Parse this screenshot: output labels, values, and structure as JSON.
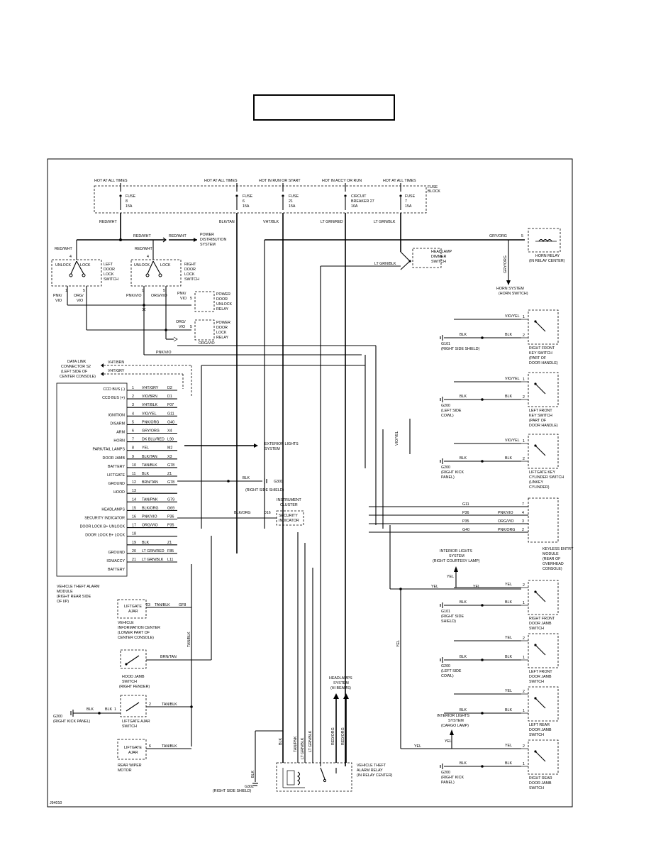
{
  "header": {
    "title_box_text": ""
  },
  "fuses": [
    {
      "hot": "HOT AT ALL TIMES",
      "label": "FUSE",
      "num": "8",
      "amp": "15A",
      "wire": "RED/WHT"
    },
    {
      "hot": "HOT AT ALL TIMES",
      "label": "FUSE",
      "num": "6",
      "amp": "15A",
      "wire": "BLK/TAN"
    },
    {
      "hot": "HOT IN RUN OR START",
      "label": "FUSE",
      "num": "21",
      "amp": "15A",
      "wire": "VHT/BLK"
    },
    {
      "hot": "HOT IN ACCY OR RUN",
      "label": "CIRCUIT",
      "num": "BREAKER 27",
      "amp": "10A",
      "wire": "LT GRN/RED"
    },
    {
      "hot": "HOT AT ALL TIMES",
      "label": "FUSE",
      "num": "7",
      "amp": "15A",
      "wire": "LT GRN/BLK"
    }
  ],
  "fuse_block": [
    "FUSE",
    "BLOCK"
  ],
  "top_left": {
    "red_wht_1": "RED/WHT",
    "red_wht_2": "RED/WHT",
    "red_wht_3": "RED/WHT",
    "red_wht_4": "RED/WHT",
    "power_dist": [
      "POWER",
      "DISTRIBUTION",
      "SYSTEM"
    ],
    "left_switch": {
      "unlock": "UNLOCK",
      "lock": "LOCK",
      "pin_top": "4",
      "pin1": "1",
      "pin5": "5",
      "name": [
        "LEFT",
        "DOOR",
        "LOCK",
        "SWITCH"
      ],
      "w1": [
        "PNK/",
        "VIO"
      ],
      "w2": [
        "ORG/",
        "VIO"
      ]
    },
    "right_switch": {
      "unlock": "UNLOCK",
      "lock": "LOCK",
      "pin_top": "4",
      "pin1": "1",
      "pin5": "5",
      "name": [
        "RIGHT",
        "DOOR",
        "LOCK",
        "SWITCH"
      ],
      "w1": "PNK/VIO",
      "w2": "ORG/VIO"
    },
    "unlock_relay": {
      "w": [
        "PNK/",
        "VIO"
      ],
      "pin": "5",
      "name": [
        "POWER",
        "DOOR",
        "UNLOCK",
        "RELAY"
      ]
    },
    "lock_relay": {
      "w": [
        "ORG/",
        "VIO"
      ],
      "pin": "5",
      "name": [
        "POWER",
        "DOOR",
        "LOCK",
        "RELAY"
      ]
    },
    "pnk_vio": "PNK/VIO",
    "org_vio": "ORG/VIO"
  },
  "horn": {
    "wire": "GRY/ORG",
    "pin": "5",
    "name": [
      "HORN RELAY",
      "(IN RELAY CENTER)"
    ],
    "vertical": "GRY/ORG",
    "system": [
      "HORN SYSTEM",
      "(HORN SWITCH)"
    ],
    "dimmer": [
      "HEADLAMP",
      "DIMMER",
      "SWITCH"
    ],
    "lt_grn_blk": "LT GRN/BLK"
  },
  "data_link": {
    "name": [
      "DATA LINK",
      "CONNECTOR S2",
      "(LEFT SIDE OF",
      "CENTER CONSOLE)"
    ],
    "w1": "VHT/BRN",
    "w2": "VHT/GRY"
  },
  "module": {
    "rows": [
      {
        "name": "CCD BUS (-)",
        "pin": "1",
        "wire": "VHT/GRY",
        "circuit": "D2"
      },
      {
        "name": "CCD BUS (+)",
        "pin": "2",
        "wire": "VIO/BRN",
        "circuit": "D1"
      },
      {
        "name": "",
        "pin": "3",
        "wire": "VHT/BLK",
        "circuit": "F07"
      },
      {
        "name": "IGNITION",
        "pin": "4",
        "wire": "VIO/YEL",
        "circuit": "G11"
      },
      {
        "name": "DISARM",
        "pin": "5",
        "wire": "PNK/ORG",
        "circuit": "G40"
      },
      {
        "name": "ARM",
        "pin": "6",
        "wire": "GRY/ORG",
        "circuit": "X4"
      },
      {
        "name": "HORN",
        "pin": "7",
        "wire": "DK BLU/RED",
        "circuit": "L90"
      },
      {
        "name": "PARK/TAIL LAMPS",
        "pin": "8",
        "wire": "YEL",
        "circuit": "M2"
      },
      {
        "name": "DOOR JAMB",
        "pin": "9",
        "wire": "BLK/TAN",
        "circuit": "X3"
      },
      {
        "name": "BATTERY",
        "pin": "10",
        "wire": "TAN/BLK",
        "circuit": "G78"
      },
      {
        "name": "LIFTGATE",
        "pin": "11",
        "wire": "BLK",
        "circuit": "Z1"
      },
      {
        "name": "GROUND",
        "pin": "12",
        "wire": "BRN/TAN",
        "circuit": "G78"
      },
      {
        "name": "HOOD",
        "pin": "13",
        "wire": "",
        "circuit": ""
      },
      {
        "name": "",
        "pin": "14",
        "wire": "TAN/PNK",
        "circuit": "G79"
      },
      {
        "name": "HEADLAMPS",
        "pin": "15",
        "wire": "BLK/ORG",
        "circuit": "G69"
      },
      {
        "name": "SECURITY INDICATOR",
        "pin": "16",
        "wire": "PNK/VIO",
        "circuit": "P36"
      },
      {
        "name": "DOOR LOCK B+ UNLOCK",
        "pin": "17",
        "wire": "ORG/VIO",
        "circuit": "P35"
      },
      {
        "name": "DOOR LOCK B+ LOCK",
        "pin": "18",
        "wire": "",
        "circuit": ""
      },
      {
        "name": "",
        "pin": "19",
        "wire": "BLK",
        "circuit": "Z1"
      },
      {
        "name": "GROUND",
        "pin": "20",
        "wire": "LT GRN/RED",
        "circuit": "F85"
      },
      {
        "name": "IGN/ACCY",
        "pin": "21",
        "wire": "LT GRN/BLK",
        "circuit": "L11"
      },
      {
        "name": "BATTERY",
        "pin": "",
        "wire": "",
        "circuit": ""
      }
    ],
    "caption": [
      "VEHICLE THEFT ALARM",
      "MODULE",
      "(RIGHT REAR SIDE",
      "OF I/P)"
    ],
    "ext_lights": [
      "EXTERIOR LIGHTS",
      "SYSTEM"
    ],
    "g301_blk": "BLK",
    "g301": "G301",
    "g301_caption": "(RIGHT SIDE SHIELD)",
    "cluster": [
      "INSTRUMENT",
      "CLUSTER"
    ],
    "cluster_wire": "BLK/ORG",
    "cluster_circ": "D16",
    "security_ind": [
      "SECURITY",
      "INDICATOR"
    ]
  },
  "lower_left": {
    "liftgate_ajar": [
      "LIFTGATE",
      "AJAR"
    ],
    "lift_pin": "23",
    "lift_wire": "TAN/BLK",
    "lift_circ": "GF8",
    "vic": [
      "VEHICLE",
      "INFORMATION CENTER",
      "(LOWER PART OF",
      "CENTER CONSOLE)"
    ],
    "tan_blk_v": "TAN/BLK",
    "brn_tan": "BRN/TAN",
    "hood_switch": [
      "HOOD JAMB",
      "SWITCH",
      "(RIGHT FENDER)"
    ],
    "g200": "G200",
    "g200_caption": "(RIGHT KICK PANEL)",
    "blk": "BLK",
    "pin1": "1",
    "pin2": "2",
    "tan_blk": "TAN/BLK",
    "liftgate_switch": [
      "LIFTGATE AJAR",
      "SWITCH"
    ],
    "rear_wiper_box": [
      "LIFTGATE",
      "AJAR"
    ],
    "pin6": "6",
    "tan_blk_2": "TAN/BLK",
    "rear_wiper": [
      "REAR WIPER",
      "MOTOR"
    ]
  },
  "bottom_relay": {
    "headlamps": [
      "HEADLAMPS",
      "SYSTEM",
      "(HI BEAMS)"
    ],
    "wires": [
      "BLK",
      "TAN/PNK",
      "LT GRN/BLK",
      "LT GRN/BLK",
      "RED/ORG",
      "RED/ORG"
    ],
    "name": [
      "VEHICLE THEFT",
      "ALARM RELAY",
      "(IN RELAY CENTER)"
    ],
    "blk": "BLK",
    "g301": "G301",
    "g301_caption": "(RIGHT SIDE SHIELD)"
  },
  "right_side": {
    "rf_key": {
      "w1": "VIO/YEL",
      "w2": "BLK",
      "gnd": "G101",
      "gnd_cap": "(RIGHT SIDE SHIELD)",
      "name": [
        "RIGHT FRONT",
        "KEY SWITCH",
        "(PART OF",
        "DOOR HANDLE)"
      ]
    },
    "lf_key": {
      "w1": "VIO/YEL",
      "w2": "BLK",
      "gnd": "G200",
      "gnd_cap": [
        "(LEFT SIDE",
        "COWL)"
      ],
      "name": [
        "LEFT FRONT",
        "KEY SWITCH",
        "(PART OF",
        "DOOR HANDLE)"
      ]
    },
    "vio_yel_v": "VIO/YEL",
    "vio_yel_h": "VIO/YEL",
    "lg_key": {
      "w1": "VIO/YEL",
      "w2": "BLK",
      "gnd": "G200",
      "gnd_cap": [
        "(RIGHT KICK",
        "PANEL)"
      ],
      "name": [
        "LIFTGATE KEY",
        "CYLINDER SWITCH",
        "(UNKEY",
        "CYLINDER)"
      ]
    },
    "keyless": {
      "rows": [
        {
          "circ": "G11",
          "wire": "",
          "pin": "7"
        },
        {
          "circ": "P36",
          "wire": "PNK/VIO",
          "pin": "4"
        },
        {
          "circ": "P35",
          "wire": "ORG/VIO",
          "pin": "3"
        },
        {
          "circ": "G40",
          "wire": "PNK/ORG",
          "pin": "2"
        }
      ],
      "name": [
        "KEYLESS ENTRY",
        "MODULE",
        "(REAR OF",
        "OVERHEAD",
        "CONSOLE)"
      ]
    },
    "int_lights_1": [
      "INTERIOR LIGHTS",
      "SYSTEM",
      "(RIGHT COURTESY LAMP)"
    ],
    "yel": "YEL",
    "rf_jamb": {
      "w1": "YEL",
      "w2": "BLK",
      "gnd": "G101",
      "gnd_cap": [
        "(RIGHT SIDE",
        "SHIELD)"
      ],
      "name": [
        "RIGHT FRONT",
        "DOOR JAMB",
        "SWITCH"
      ]
    },
    "lf_jamb": {
      "w1": "YEL",
      "w2": "BLK",
      "gnd": "G200",
      "gnd_cap": [
        "(LEFT SIDE",
        "COWL)"
      ],
      "name": [
        "LEFT FRONT",
        "DOOR JAMB",
        "SWITCH"
      ]
    },
    "lr_jamb": {
      "w1": "YEL",
      "w2": "BLK",
      "name": [
        "LEFT REAR",
        "DOOR JAMB",
        "SWITCH"
      ]
    },
    "int_lights_2": [
      "INTERIOR LIGHTS",
      "SYSTEM",
      "(CARGO LAMP)"
    ],
    "rr_jamb": {
      "w1": "YEL",
      "w2": "BLK",
      "gnd": "G200",
      "gnd_cap": [
        "(RIGHT KICK",
        "PANEL)"
      ],
      "name": [
        "RIGHT REAR",
        "DOOR JAMB",
        "SWITCH"
      ]
    }
  },
  "figure_code": "J94010"
}
